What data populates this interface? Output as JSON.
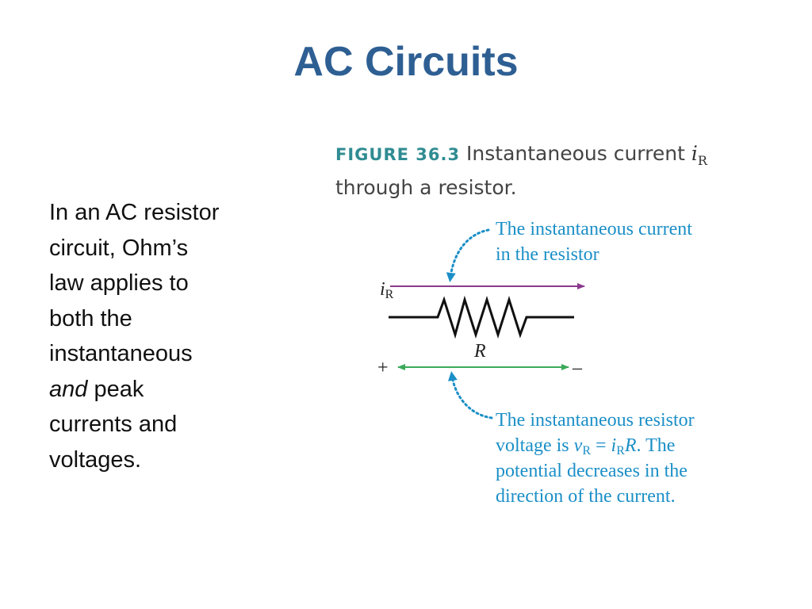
{
  "slide": {
    "title": "AC Circuits",
    "body": {
      "lines": [
        "In an AC resistor",
        "circuit, Ohm’s",
        "law applies to",
        "both the",
        "instantaneous"
      ],
      "emphasis": "and",
      "after_emphasis": " peak",
      "tail_lines": [
        "currents and",
        "voltages."
      ]
    }
  },
  "figure": {
    "label": "FIGURE 36.3",
    "caption_text": "Instantaneous current",
    "caption_symbol": "i",
    "caption_symbol_sub": "R",
    "caption_line2": "through a resistor.",
    "current_symbol": "i",
    "current_symbol_sub": "R",
    "resistor_label": "R",
    "plus_sign": "+",
    "minus_sign": "–",
    "top_note": {
      "lines": [
        "The instantaneous current",
        "in the resistor"
      ]
    },
    "bottom_note": {
      "line1_prefix": "The instantaneous resistor",
      "line2_prefix": "voltage is ",
      "line2_v": "v",
      "line2_v_sub": "R",
      "line2_eq": " = ",
      "line2_i": "i",
      "line2_i_sub": "R",
      "line2_r": "R",
      "line2_suffix": ". The",
      "line3": "potential decreases in the",
      "line4": "direction of the current."
    },
    "colors": {
      "current_arrow": "#8b3a8f",
      "voltage_arrow": "#3aaa5a",
      "annotation": "#1b8fc7",
      "caption_label": "#2f8c92",
      "title": "#2e5f93"
    }
  }
}
